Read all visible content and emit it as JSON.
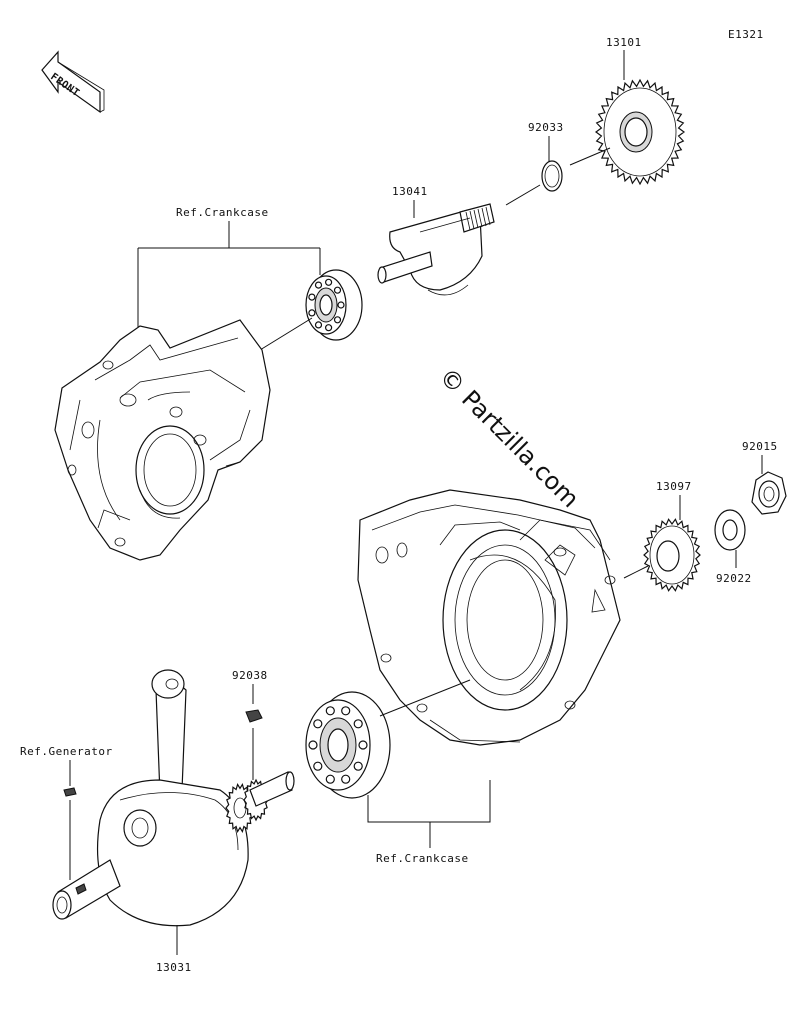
{
  "diagram_code": "E1321",
  "front_label": "FRONT",
  "watermark": "© Partzilla.com",
  "callouts": {
    "p13101": "13101",
    "p92033": "92033",
    "p13041": "13041",
    "ref_crankcase_top": "Ref.Crankcase",
    "p92015": "92015",
    "p13097": "13097",
    "p92022": "92022",
    "p92038": "92038",
    "ref_generator": "Ref.Generator",
    "ref_crankcase_bottom": "Ref.Crankcase",
    "p13031": "13031"
  }
}
